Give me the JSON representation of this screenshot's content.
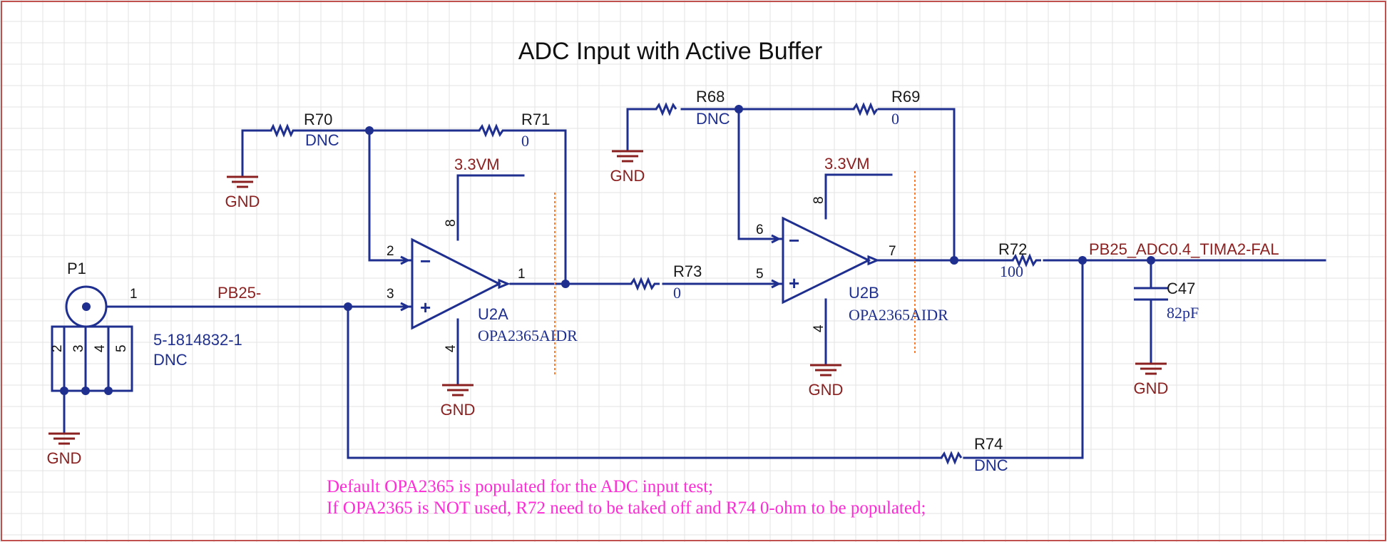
{
  "title": "ADC Input with Active Buffer",
  "connector": {
    "designator": "P1",
    "part": "5-1814832-1",
    "value": "DNC",
    "pins": [
      "1",
      "2",
      "3",
      "4",
      "5"
    ]
  },
  "opamps": [
    {
      "designator": "U2A",
      "part": "OPA2365AIDR",
      "pin_in_neg": "2",
      "pin_in_pos": "3",
      "pin_out": "1",
      "pin_vcc": "8",
      "pin_gnd": "4",
      "supply": "3.3VM"
    },
    {
      "designator": "U2B",
      "part": "OPA2365AIDR",
      "pin_in_neg": "6",
      "pin_in_pos": "5",
      "pin_out": "7",
      "pin_vcc": "8",
      "pin_gnd": "4",
      "supply": "3.3VM"
    }
  ],
  "resistors": [
    {
      "designator": "R70",
      "value": "DNC"
    },
    {
      "designator": "R71",
      "value": "0"
    },
    {
      "designator": "R68",
      "value": "DNC"
    },
    {
      "designator": "R69",
      "value": "0"
    },
    {
      "designator": "R73",
      "value": "0"
    },
    {
      "designator": "R72",
      "value": "100"
    },
    {
      "designator": "R74",
      "value": "DNC"
    }
  ],
  "capacitor": {
    "designator": "C47",
    "value": "82pF"
  },
  "nets": {
    "input": "PB25-",
    "output": "PB25_ADC0.4_TIMA2-FAL"
  },
  "ground_label": "GND",
  "op_signs": {
    "minus": "−",
    "plus": "+"
  },
  "notes": [
    "Default OPA2365 is populated for the ADC input test;",
    "If OPA2365 is NOT used, R72 need to be taked off and R74 0-ohm to be populated;"
  ],
  "colors": {
    "wire": "#1f2f8f",
    "net_label": "#8b2020",
    "note": "#ff2bd6",
    "frame": "#c0504d"
  }
}
